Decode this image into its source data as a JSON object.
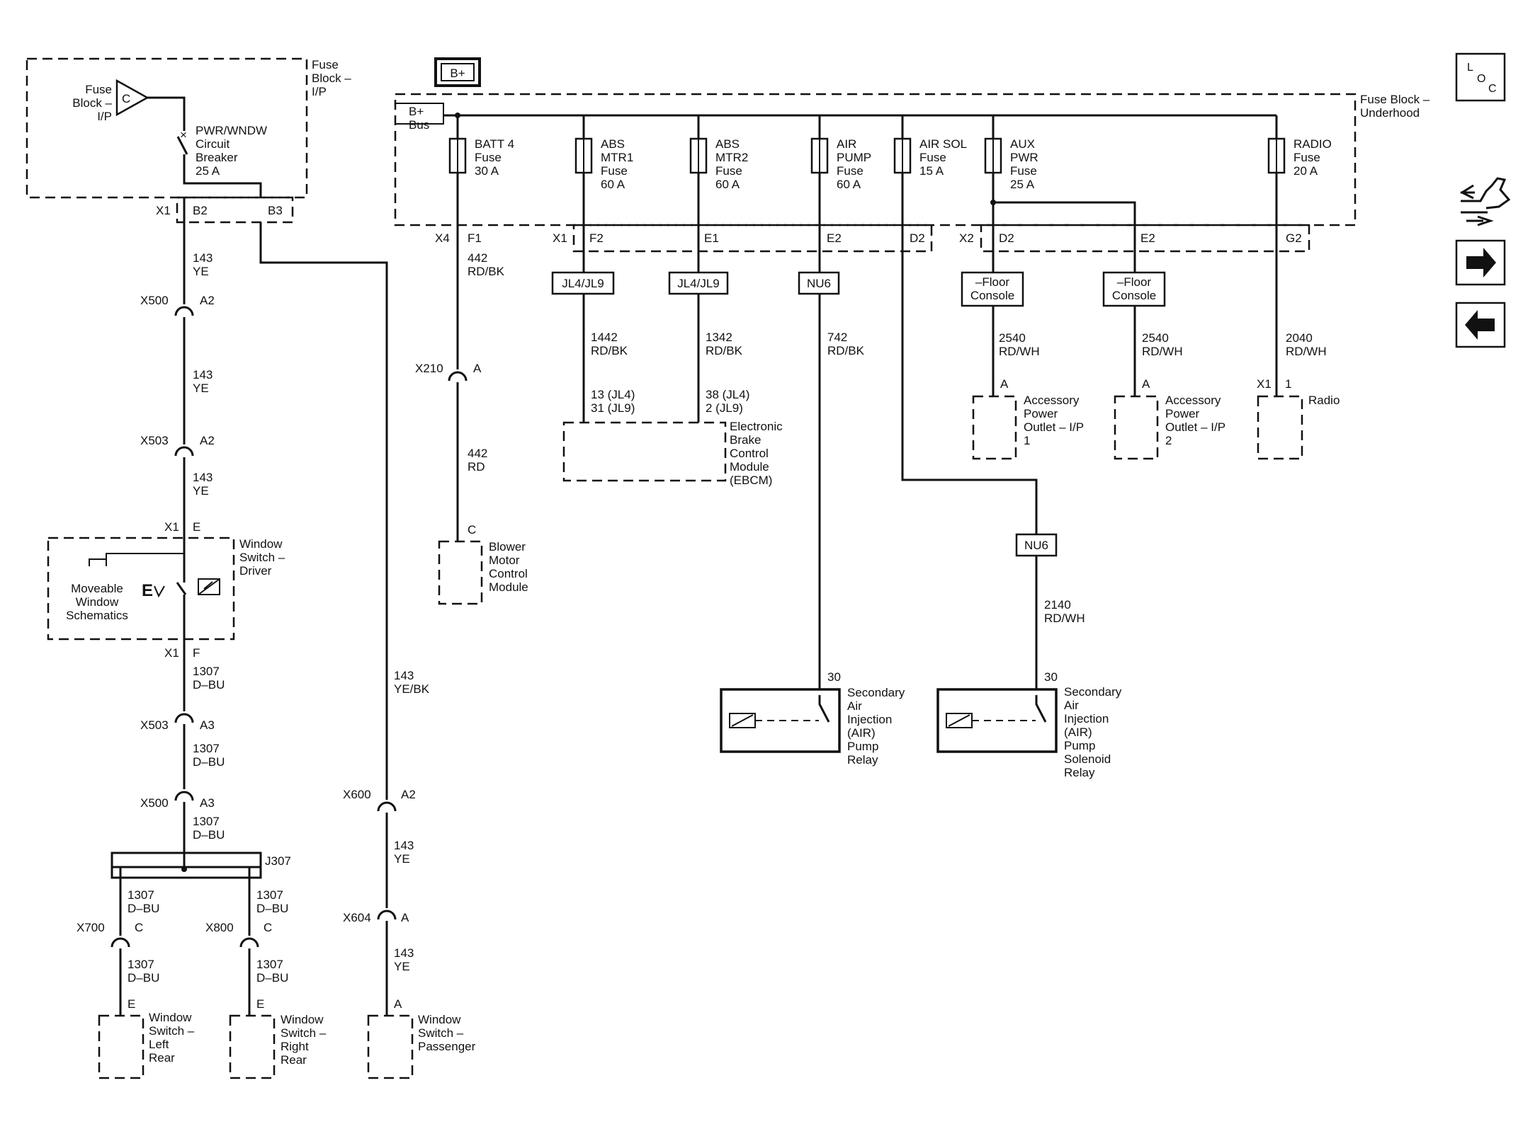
{
  "b_plus": "B+",
  "loc": {
    "l": "L",
    "o": "O",
    "c": "C"
  },
  "icons": {
    "harness": "wiring-harness-icon",
    "next": "right-arrow-icon",
    "prev": "left-arrow-icon"
  },
  "fuse_block_ip": {
    "label": [
      "Fuse",
      "Block –",
      "I/P"
    ],
    "inner_label": [
      "Fuse",
      "Block –",
      "I/P"
    ],
    "c_label": "C",
    "breaker": [
      "PWR/WNDW",
      "Circuit",
      "Breaker",
      "25 A"
    ],
    "conn_x1": "X1",
    "pin_b2": "B2",
    "pin_b3": "B3"
  },
  "left_branch": {
    "wire1": [
      "143",
      "YE"
    ],
    "x500": "X500",
    "x500_pin": "A2",
    "wire2": [
      "143",
      "YE"
    ],
    "x503": "X503",
    "x503_pin": "A2",
    "wire3": [
      "143",
      "YE"
    ],
    "sw_x1_top": "X1",
    "sw_pin_e": "E",
    "switch_label": [
      "Window",
      "Switch –",
      "Driver"
    ],
    "moveable": [
      "Moveable",
      "Window",
      "Schematics"
    ],
    "sw_x1_bot": "X1",
    "sw_pin_f": "F",
    "wire4": [
      "1307",
      "D–BU"
    ],
    "x503b": "X503",
    "x503b_pin": "A3",
    "wire5": [
      "1307",
      "D–BU"
    ],
    "x500b": "X500",
    "x500b_pin": "A3",
    "wire6": [
      "1307",
      "D–BU"
    ],
    "j307": "J307",
    "wire7l": [
      "1307",
      "D–BU"
    ],
    "wire7r": [
      "1307",
      "D–BU"
    ],
    "x700": "X700",
    "x700_pin": "C",
    "x800": "X800",
    "x800_pin": "C",
    "wire8l": [
      "1307",
      "D–BU"
    ],
    "wire8r": [
      "1307",
      "D–BU"
    ],
    "lr_pin": "E",
    "rr_pin": "E",
    "left_rear": [
      "Window",
      "Switch –",
      "Left",
      "Rear"
    ],
    "right_rear": [
      "Window",
      "Switch –",
      "Right",
      "Rear"
    ]
  },
  "passenger_branch": {
    "wire1": [
      "143",
      "YE/BK"
    ],
    "x600": "X600",
    "x600_pin": "A2",
    "wire2": [
      "143",
      "YE"
    ],
    "x604": "X604",
    "x604_pin": "A",
    "wire3": [
      "143",
      "YE"
    ],
    "pin": "A",
    "switch_label": [
      "Window",
      "Switch –",
      "Passenger"
    ]
  },
  "fuse_block_uh": {
    "label": [
      "Fuse Block –",
      "Underhood"
    ],
    "bus": [
      "B+",
      "Bus"
    ],
    "fuses": [
      {
        "lines": [
          "BATT 4",
          "Fuse",
          "30 A"
        ]
      },
      {
        "lines": [
          "ABS",
          "MTR1",
          "Fuse",
          "60 A"
        ]
      },
      {
        "lines": [
          "ABS",
          "MTR2",
          "Fuse",
          "60 A"
        ]
      },
      {
        "lines": [
          "AIR",
          "PUMP",
          "Fuse",
          "60 A"
        ]
      },
      {
        "lines": [
          "AIR SOL",
          "Fuse",
          "15 A"
        ]
      },
      {
        "lines": [
          "AUX",
          "PWR",
          "Fuse",
          "25 A"
        ]
      },
      {
        "lines": [
          "RADIO",
          "Fuse",
          "20 A"
        ]
      }
    ],
    "x4": "X4",
    "f1": "F1",
    "x1": "X1",
    "f2": "F2",
    "e1": "E1",
    "e2": "E2",
    "d2": "D2",
    "x2": "X2",
    "d2b": "D2",
    "e2b": "E2",
    "g2": "G2"
  },
  "blower": {
    "wire1": [
      "442",
      "RD/BK"
    ],
    "x210": "X210",
    "x210_pin": "A",
    "wire2": [
      "442",
      "RD"
    ],
    "pin": "C",
    "label": [
      "Blower",
      "Motor",
      "Control",
      "Module"
    ]
  },
  "ebcm": {
    "tag1": "JL4/JL9",
    "tag2": "JL4/JL9",
    "wire1": [
      "1442",
      "RD/BK"
    ],
    "wire2": [
      "1342",
      "RD/BK"
    ],
    "pins1": [
      "13 (JL4)",
      "31 (JL9)"
    ],
    "pins2": [
      "38 (JL4)",
      "2 (JL9)"
    ],
    "label": [
      "Electronic",
      "Brake",
      "Control",
      "Module",
      "(EBCM)"
    ]
  },
  "air": {
    "tag1": "NU6",
    "wire1": [
      "742",
      "RD/BK"
    ],
    "pin1": "30",
    "relay1": [
      "Secondary",
      "Air",
      "Injection",
      "(AIR)",
      "Pump",
      "Relay"
    ],
    "tag2": "NU6",
    "wire2": [
      "2140",
      "RD/WH"
    ],
    "pin2": "30",
    "relay2": [
      "Secondary",
      "Air",
      "Injection",
      "(AIR)",
      "Pump",
      "Solenoid",
      "Relay"
    ]
  },
  "accessory": {
    "tag1": [
      "–Floor",
      "Console"
    ],
    "tag2": [
      "–Floor",
      "Console"
    ],
    "wire1": [
      "2540",
      "RD/WH"
    ],
    "wire2": [
      "2540",
      "RD/WH"
    ],
    "pin1": "A",
    "pin2": "A",
    "outlet1": [
      "Accessory",
      "Power",
      "Outlet – I/P",
      "1"
    ],
    "outlet2": [
      "Accessory",
      "Power",
      "Outlet – I/P",
      "2"
    ]
  },
  "radio": {
    "wire": [
      "2040",
      "RD/WH"
    ],
    "x1": "X1",
    "pin": "1",
    "label": [
      "Radio"
    ]
  }
}
